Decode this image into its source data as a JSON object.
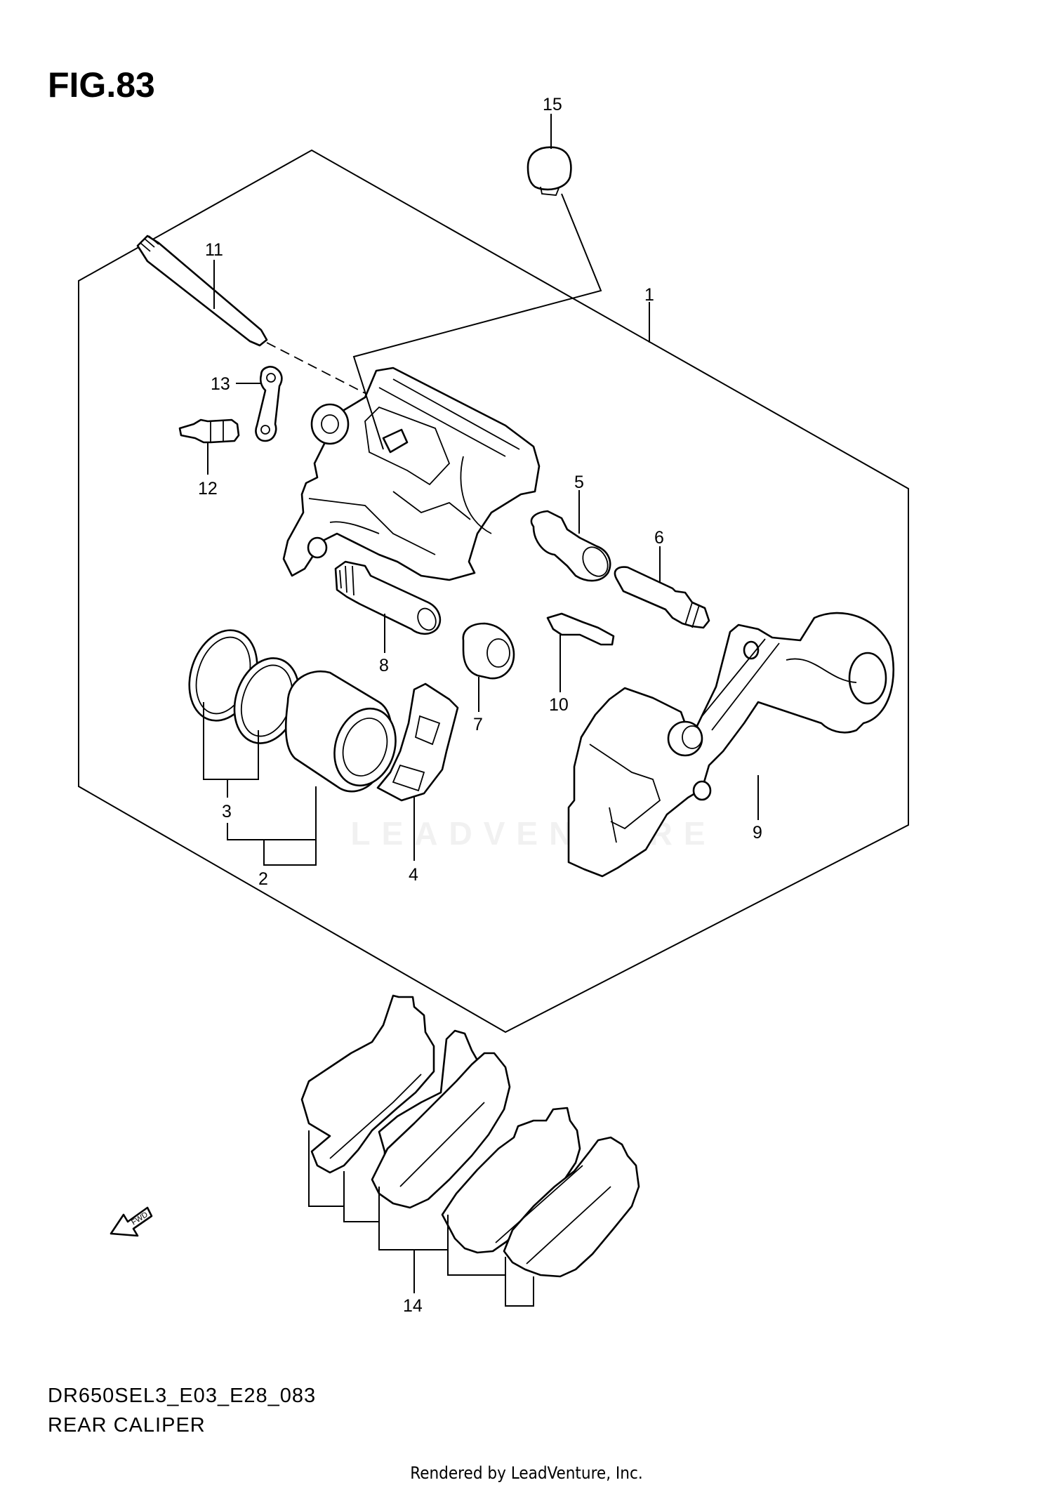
{
  "figure": {
    "title": "FIG.83"
  },
  "callouts": [
    "1",
    "2",
    "3",
    "4",
    "5",
    "6",
    "7",
    "8",
    "9",
    "10",
    "11",
    "12",
    "13",
    "14",
    "15"
  ],
  "fwd_label": "FWD",
  "watermark": "LEADVENTURE",
  "footer": {
    "model_code": "DR650SEL3_E03_E28_083",
    "section_name": "REAR CALIPER",
    "rendered_by": "Rendered by LeadVenture, Inc."
  }
}
